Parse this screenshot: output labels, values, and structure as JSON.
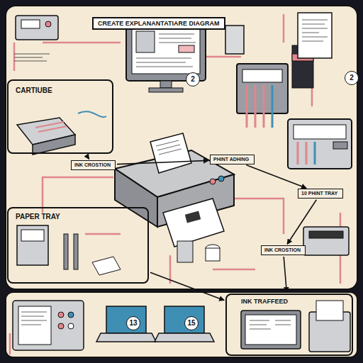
{
  "diagram": {
    "title": "CREATE EXPLANANTATIARE DIAGRAM",
    "nodes": [
      {
        "text": [
          "CARTIUBE"
        ]
      },
      {
        "text": [
          "INK CROSTION"
        ]
      },
      {
        "text": [
          "PAPER TRAY"
        ]
      },
      {
        "text": [
          "PHINT ADHING"
        ]
      },
      {
        "text": [
          "10 PHINT TRAY"
        ]
      },
      {
        "text": [
          "INK CROSTION"
        ]
      },
      {
        "text": [
          "INK TRAFFEED"
        ]
      }
    ],
    "edges": [
      {
        "from": 0,
        "to": 1,
        "arrow": "to"
      },
      {
        "from": 1,
        "to": 3,
        "arrow": "to"
      },
      {
        "from": 3,
        "to": 4,
        "arrow": "to"
      },
      {
        "from": 4,
        "to": 5,
        "arrow": "to"
      },
      {
        "from": 5,
        "to": 6,
        "arrow": "to"
      },
      {
        "from": 2,
        "to": 6,
        "arrow": "to"
      }
    ],
    "labels": [
      "2",
      "2",
      "13",
      "15"
    ]
  }
}
